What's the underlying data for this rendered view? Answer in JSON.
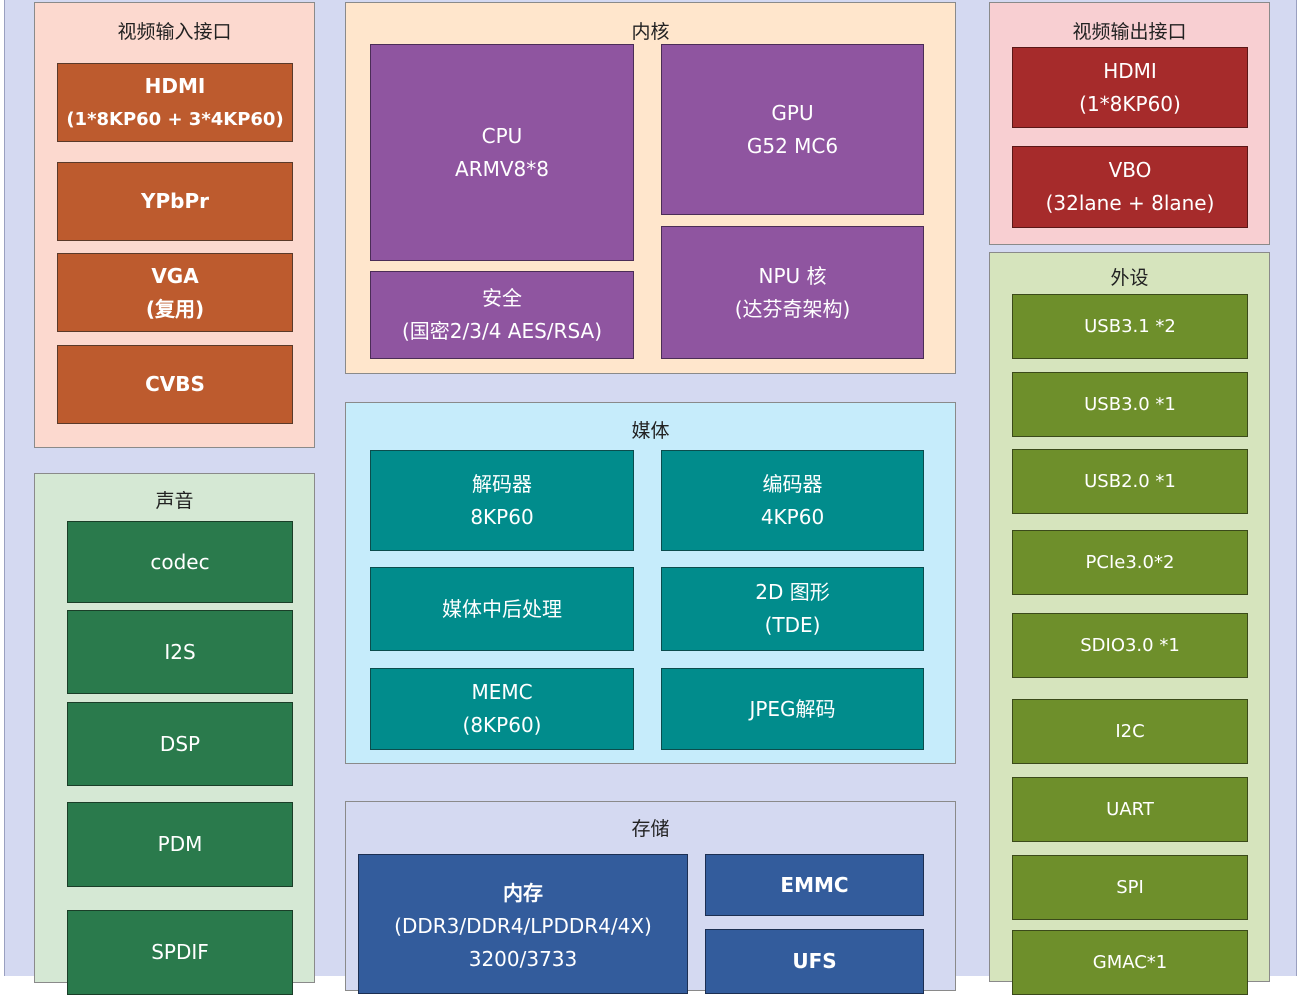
{
  "groups": {
    "video_in": {
      "title": "视频输入接口",
      "items": [
        {
          "lines": [
            "HDMI",
            "(1*8KP60 + 3*4KP60)"
          ]
        },
        {
          "lines": [
            "YPbPr"
          ]
        },
        {
          "lines": [
            "VGA",
            "(复用)"
          ]
        },
        {
          "lines": [
            "CVBS"
          ]
        }
      ]
    },
    "core": {
      "title": "内核",
      "items": [
        {
          "lines": [
            "CPU",
            "ARMV8*8"
          ]
        },
        {
          "lines": [
            "GPU",
            "G52 MC6"
          ]
        },
        {
          "lines": [
            "安全",
            "(国密2/3/4 AES/RSA)"
          ]
        },
        {
          "lines": [
            "NPU 核",
            "(达芬奇架构)"
          ]
        }
      ]
    },
    "video_out": {
      "title": "视频输出接口",
      "items": [
        {
          "lines": [
            "HDMI",
            "(1*8KP60)"
          ]
        },
        {
          "lines": [
            "VBO",
            "(32lane + 8lane)"
          ]
        }
      ]
    },
    "audio": {
      "title": "声音",
      "items": [
        {
          "lines": [
            "codec"
          ]
        },
        {
          "lines": [
            "I2S"
          ]
        },
        {
          "lines": [
            "DSP"
          ]
        },
        {
          "lines": [
            "PDM"
          ]
        },
        {
          "lines": [
            "SPDIF"
          ]
        }
      ]
    },
    "media": {
      "title": "媒体",
      "items": [
        {
          "lines": [
            "解码器",
            "8KP60"
          ]
        },
        {
          "lines": [
            "编码器",
            "4KP60"
          ]
        },
        {
          "lines": [
            "媒体中后处理"
          ]
        },
        {
          "lines": [
            "2D 图形",
            "(TDE)"
          ]
        },
        {
          "lines": [
            "MEMC",
            "(8KP60)"
          ]
        },
        {
          "lines": [
            "JPEG解码"
          ]
        }
      ]
    },
    "peripherals": {
      "title": "外设",
      "items": [
        {
          "lines": [
            "USB3.1 *2"
          ]
        },
        {
          "lines": [
            "USB3.0 *1"
          ]
        },
        {
          "lines": [
            "USB2.0 *1"
          ]
        },
        {
          "lines": [
            "PCIe3.0*2"
          ]
        },
        {
          "lines": [
            "SDIO3.0 *1"
          ]
        },
        {
          "lines": [
            "I2C"
          ]
        },
        {
          "lines": [
            "UART"
          ]
        },
        {
          "lines": [
            "SPI"
          ]
        },
        {
          "lines": [
            "GMAC*1"
          ]
        }
      ]
    },
    "storage": {
      "title": "存储",
      "items": [
        {
          "lines": [
            "内存",
            "(DDR3/DDR4/LPDDR4/4X)",
            "3200/3733"
          ]
        },
        {
          "lines": [
            "EMMC"
          ]
        },
        {
          "lines": [
            "UFS"
          ]
        }
      ]
    }
  }
}
